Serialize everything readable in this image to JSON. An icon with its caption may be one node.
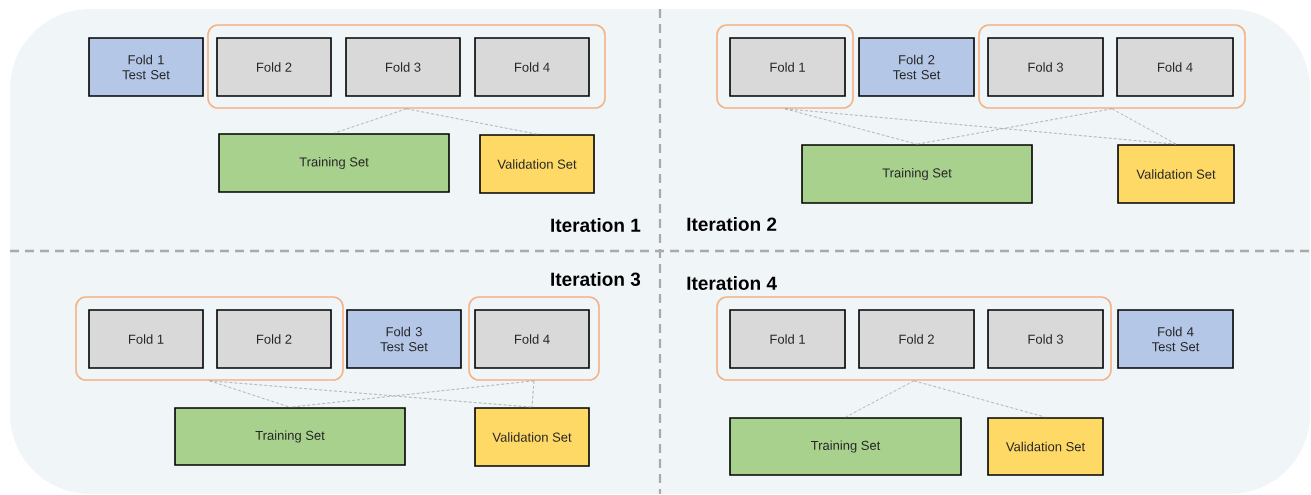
{
  "diagram": {
    "nodes": [
      {
        "text": [
          "Fold 1 Test Set"
        ]
      },
      {
        "text": [],
        "shape": "box"
      },
      {
        "text": [
          "Fold 2"
        ],
        "in": 1
      },
      {
        "text": [
          "Fold 3"
        ],
        "in": 1
      },
      {
        "text": [
          "Fold 4"
        ],
        "in": 1
      },
      {
        "text": [
          "Training Set"
        ]
      },
      {
        "text": [
          "Validation Set"
        ]
      },
      {
        "text": [],
        "shape": "box"
      },
      {
        "text": [
          "Fold 1"
        ],
        "in": 7
      },
      {
        "text": [
          "Fold 2 Test Set"
        ]
      },
      {
        "text": [],
        "shape": "box"
      },
      {
        "text": [
          "Fold 3"
        ],
        "in": 10
      },
      {
        "text": [
          "Fold 4"
        ],
        "in": 10
      },
      {
        "text": [
          "Training Set"
        ]
      },
      {
        "text": [
          "Validation Set"
        ]
      },
      {
        "text": [],
        "shape": "box"
      },
      {
        "text": [
          "Fold 1"
        ],
        "in": 15
      },
      {
        "text": [
          "Fold 2"
        ],
        "in": 15
      },
      {
        "text": [
          "Fold 3 Test Set"
        ]
      },
      {
        "text": [],
        "shape": "box"
      },
      {
        "text": [
          "Fold 4"
        ],
        "in": 19
      },
      {
        "text": [
          "Training Set"
        ]
      },
      {
        "text": [
          "Validation Set"
        ]
      },
      {
        "text": [],
        "shape": "box"
      },
      {
        "text": [
          "Fold 1"
        ],
        "in": 23
      },
      {
        "text": [
          "Fold 2"
        ],
        "in": 23
      },
      {
        "text": [
          "Fold 3"
        ],
        "in": 23
      },
      {
        "text": [
          "Fold 4 Test Set"
        ]
      },
      {
        "text": [
          "Training Set"
        ]
      },
      {
        "text": [
          "Validation Set"
        ]
      }
    ],
    "edges": [
      {
        "from": 1,
        "to": 5,
        "arrow": "none",
        "style": "dashed"
      },
      {
        "from": 1,
        "to": 6,
        "arrow": "none",
        "style": "dashed"
      },
      {
        "from": 7,
        "to": 13,
        "arrow": "none",
        "style": "dashed"
      },
      {
        "from": 7,
        "to": 14,
        "arrow": "none",
        "style": "dashed"
      },
      {
        "from": 10,
        "to": 13,
        "arrow": "none",
        "style": "dashed"
      },
      {
        "from": 10,
        "to": 14,
        "arrow": "none",
        "style": "dashed"
      },
      {
        "from": 15,
        "to": 21,
        "arrow": "none",
        "style": "dashed"
      },
      {
        "from": 15,
        "to": 22,
        "arrow": "none",
        "style": "dashed"
      },
      {
        "from": 19,
        "to": 21,
        "arrow": "none",
        "style": "dashed"
      },
      {
        "from": 19,
        "to": 22,
        "arrow": "none",
        "style": "dashed"
      },
      {
        "from": 23,
        "to": 28,
        "arrow": "none",
        "style": "dashed"
      },
      {
        "from": 23,
        "to": 29,
        "arrow": "none",
        "style": "dashed"
      }
    ],
    "labels": [
      "Iteration 1",
      "Iteration 2",
      "Iteration 3",
      "Iteration 4"
    ]
  }
}
